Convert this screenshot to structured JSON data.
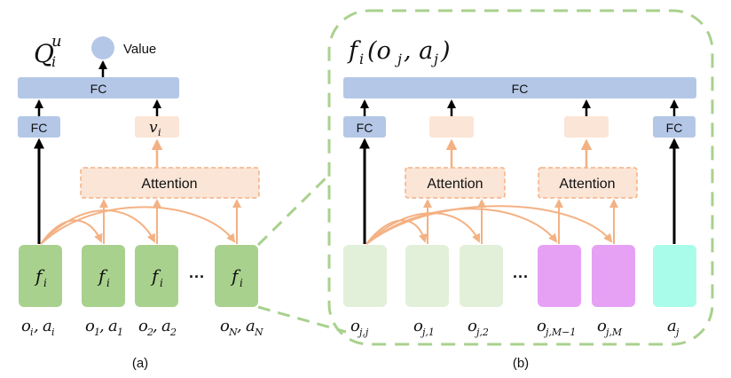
{
  "panel_a": {
    "q_symbol": "Q",
    "q_sup": "u",
    "q_sub": "i",
    "value_label": "Value",
    "fc_top_label": "FC",
    "fc_left_label": "FC",
    "v_label": "v",
    "v_sub": "i",
    "attention_label": "Attention",
    "node_label": "f",
    "node_sub": "i",
    "ellipsis": "···",
    "inputs": [
      {
        "a": "o",
        "as": "i",
        "b": "a",
        "bs": "i"
      },
      {
        "a": "o",
        "as": "1",
        "b": "a",
        "bs": "1"
      },
      {
        "a": "o",
        "as": "2",
        "b": "a",
        "bs": "2"
      },
      {
        "a": "o",
        "as": "N",
        "b": "a",
        "bs": "N"
      }
    ],
    "caption": "(a)"
  },
  "panel_b": {
    "title_f": "f",
    "title_sub": "i",
    "title_args": "(o",
    "title_j1": "j",
    "title_mid": ", a",
    "title_j2": "j",
    "title_close": ")",
    "fc_top_label": "FC",
    "fc_left_label": "FC",
    "fc_right_label": "FC",
    "attention1_label": "Attention",
    "attention2_label": "Attention",
    "ellipsis": "···",
    "inputs": [
      {
        "a": "o",
        "as": "j,j"
      },
      {
        "a": "o",
        "as": "j,1"
      },
      {
        "a": "o",
        "as": "j,2"
      },
      {
        "a": "o",
        "as": "j,M−1"
      },
      {
        "a": "o",
        "as": "j,M"
      },
      {
        "a": "a",
        "as": "j"
      }
    ],
    "caption": "(b)"
  },
  "colors": {
    "fc_fill": "#b4c7e7",
    "attention_fill": "#fbe5d6",
    "attention_stroke": "#f4b183",
    "arrow_orange": "#f4b183",
    "node_green": "#a9d18e",
    "node_light_green": "#e2f0d9",
    "node_magenta": "#e6a1f5",
    "node_cyan": "#a9fbea",
    "dashed_green": "#a9d18e",
    "value_circle": "#b4c7e7"
  }
}
